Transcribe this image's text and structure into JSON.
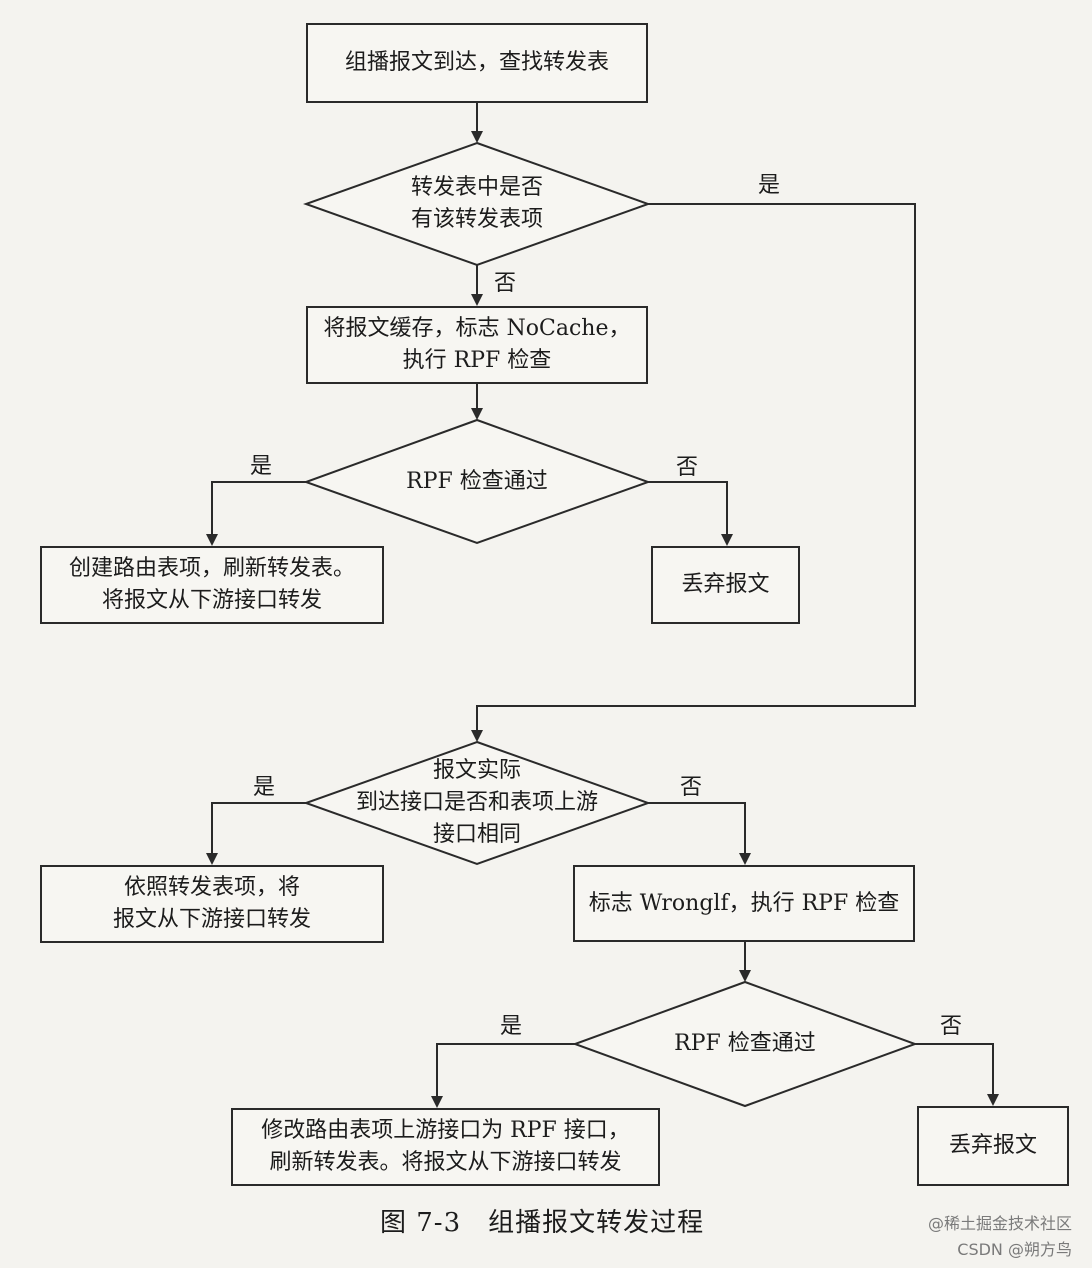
{
  "nodes": {
    "start": "组播报文到达，查找转发表",
    "d_entry": "转发表中是否\n有该转发表项",
    "cache": "将报文缓存，标志 NoCache，\n执行 RPF 检查",
    "d_rpf1": "RPF 检查通过",
    "create": "创建路由表项，刷新转发表。\n将报文从下游接口转发",
    "drop1": "丢弃报文",
    "d_iface": "报文实际\n到达接口是否和表项上游\n接口相同",
    "forward": "依照转发表项，将\n报文从下游接口转发",
    "wrongif": "标志 Wronglf，执行 RPF 检查",
    "d_rpf2": "RPF 检查通过",
    "modify": "修改路由表项上游接口为 RPF 接口，\n刷新转发表。将报文从下游接口转发",
    "drop2": "丢弃报文"
  },
  "labels": {
    "entry_yes": "是",
    "entry_no": "否",
    "rpf1_yes": "是",
    "rpf1_no": "否",
    "iface_yes": "是",
    "iface_no": "否",
    "rpf2_yes": "是",
    "rpf2_no": "否"
  },
  "caption": "图 7-3　组播报文转发过程",
  "watermark": {
    "line1": "@稀土掘金技术社区",
    "line2": "CSDN @朔方鸟"
  }
}
